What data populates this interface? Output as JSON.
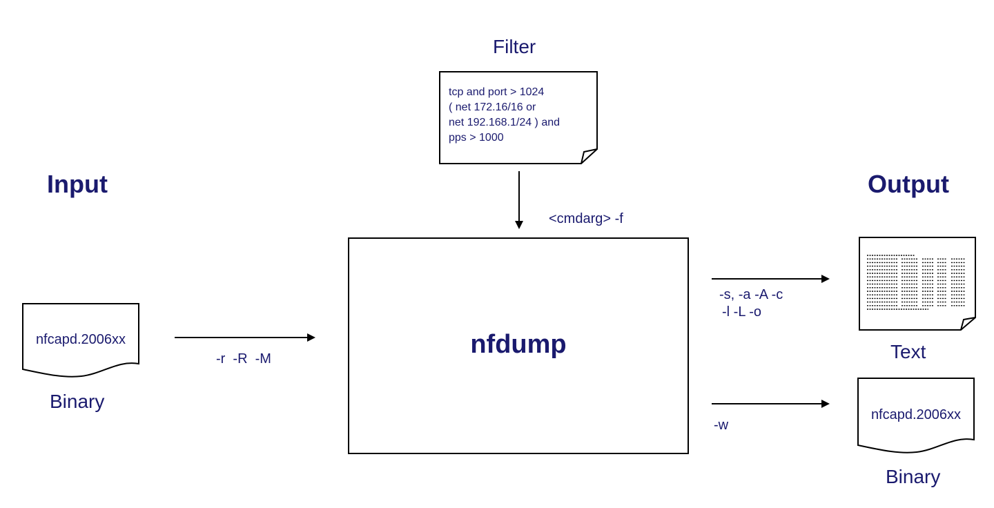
{
  "labels": {
    "input": "Input",
    "output": "Output",
    "filter": "Filter",
    "binary_in": "Binary",
    "text_out": "Text",
    "binary_out": "Binary"
  },
  "program": "nfdump",
  "filter_lines": [
    "tcp and port > 1024",
    "( net 172.16/16 or",
    "net 192.168.1/24 ) and",
    "pps > 1000"
  ],
  "cmd": {
    "filter_arg": "<cmdarg> -f",
    "read_args": "-r  -R  -M",
    "text_args_1": "-s, -a -A -c",
    "text_args_2": "-l -L -o",
    "write_arg": "-w"
  },
  "files": {
    "input_file": "nfcapd.2006xx",
    "output_file": "nfcapd.2006xx"
  },
  "colors": {
    "text": "#1a1a6e",
    "line": "#000000"
  }
}
